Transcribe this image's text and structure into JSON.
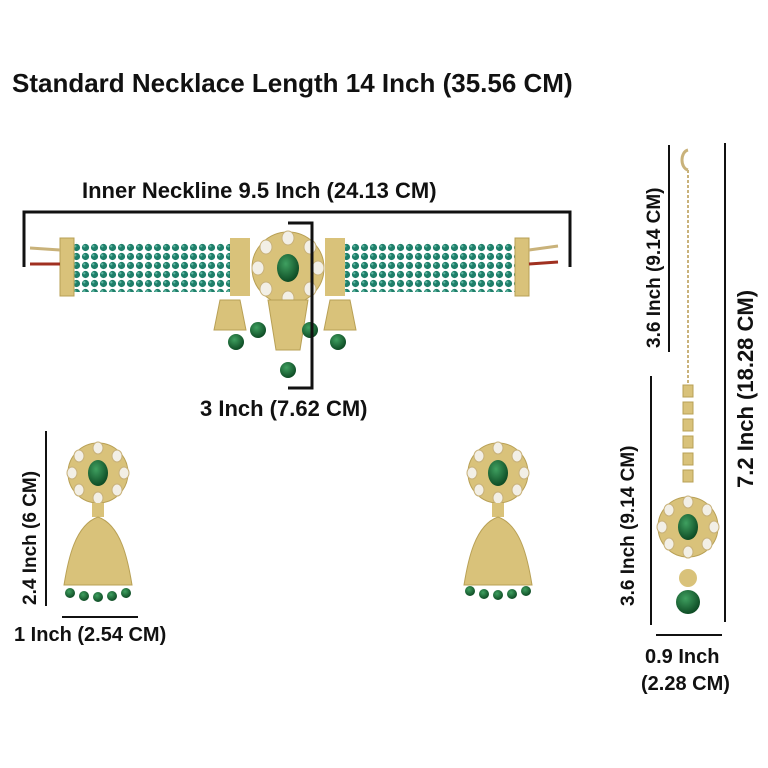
{
  "heading": "Standard Necklace Length 14 Inch (35.56 CM)",
  "necklace": {
    "inner_neckline": "Inner Neckline 9.5 Inch (24.13 CM)",
    "pendant_height": "3 Inch (7.62 CM)"
  },
  "earring": {
    "height": "2.4 Inch (6 CM)",
    "width": "1 Inch (2.54 CM)"
  },
  "maang_tikka": {
    "chain_length": "3.6 Inch (9.14 CM)",
    "pendant_length": "3.6 Inch (9.14 CM)",
    "total_length": "7.2 Inch (18.28 CM)",
    "width_line1": "0.9 Inch",
    "width_line2": "(2.28 CM)"
  },
  "colors": {
    "bead_green": "#1f7f6a",
    "emerald": "#0e5a2a",
    "gold": "#d9c27a",
    "kundan": "#f2efe6"
  }
}
